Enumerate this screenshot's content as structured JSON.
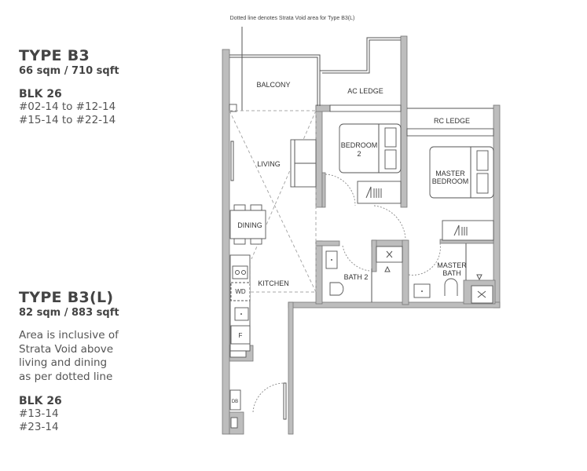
{
  "type_b3": {
    "title": "TYPE B3",
    "area": "66 sqm / 710 sqft",
    "block": "BLK 26",
    "units": [
      "#02-14 to #12-14",
      "#15-14 to #22-14"
    ]
  },
  "type_b3l": {
    "title": "TYPE B3(L)",
    "area": "82 sqm / 883 sqft",
    "note_lines": [
      "Area is inclusive of",
      "Strata Void above",
      "living and dining",
      "as per dotted line"
    ],
    "block": "BLK 26",
    "units": [
      "#13-14",
      "#23-14"
    ]
  },
  "plan": {
    "annotation": "Dotted line denotes Strata Void area for Type B3(L)",
    "rooms": {
      "balcony": "BALCONY",
      "ac_ledge": "AC LEDGE",
      "rc_ledge": "RC LEDGE",
      "bedroom2_line1": "BEDROOM",
      "bedroom2_line2": "2",
      "living": "LIVING",
      "master_bedroom_line1": "MASTER",
      "master_bedroom_line2": "BEDROOM",
      "dining": "DINING",
      "kitchen": "KITCHEN",
      "bath2": "BATH 2",
      "master_bath_line1": "MASTER",
      "master_bath_line2": "BATH",
      "washer_dryer": "WD",
      "fridge": "F",
      "distribution_board": "DB"
    },
    "colors": {
      "wall": "#bdbdbd",
      "line": "#555555",
      "void_dash": "#aaaaaa"
    }
  }
}
